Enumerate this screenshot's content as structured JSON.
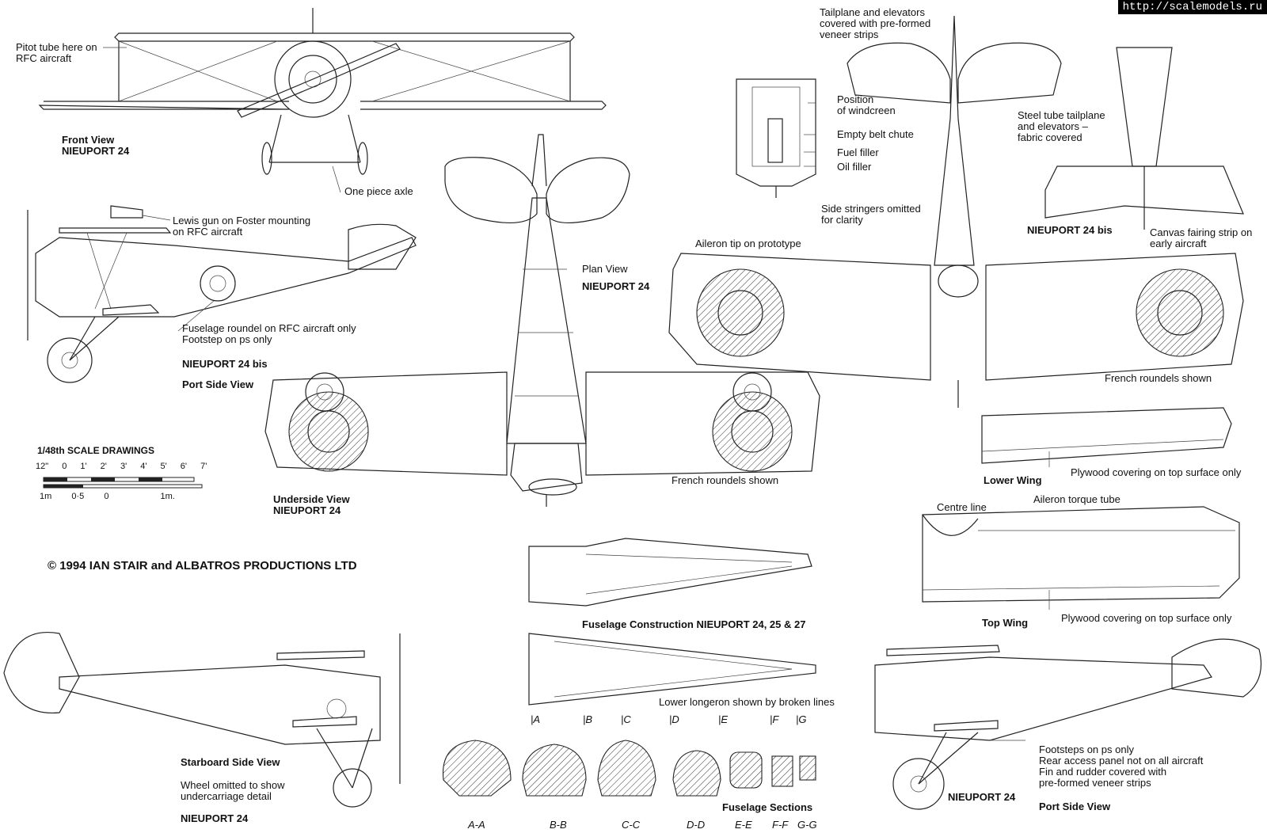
{
  "watermark": "http://scalemodels.ru",
  "copyright": "© 1994 IAN STAIR and ALBATROS PRODUCTIONS LTD",
  "scale": {
    "title": "1/48th SCALE DRAWINGS",
    "feet": [
      "12\"",
      "0",
      "1'",
      "2'",
      "3'",
      "4'",
      "5'",
      "6'",
      "7'"
    ],
    "metres": [
      "1m",
      "0·5",
      "0",
      "1m."
    ]
  },
  "views": {
    "front": {
      "title": "Front View",
      "subtitle": "NIEUPORT 24"
    },
    "port_bis": {
      "title": "NIEUPORT 24 bis",
      "subtitle": "Port Side View"
    },
    "plan": {
      "title": "Plan View",
      "subtitle": "NIEUPORT 24"
    },
    "underside": {
      "title": "Underside View",
      "subtitle": "NIEUPORT 24"
    },
    "bis_tail": {
      "title": "NIEUPORT 24 bis"
    },
    "lower_wing": {
      "title": "Lower Wing"
    },
    "top_wing": {
      "title": "Top Wing"
    },
    "fuselage_construction": {
      "title": "Fuselage Construction  NIEUPORT 24, 25 & 27"
    },
    "starboard": {
      "title": "Starboard Side View",
      "subtitle": "NIEUPORT 24"
    },
    "port": {
      "title": "NIEUPORT 24",
      "subtitle": "Port Side View"
    },
    "sections": {
      "title": "Fuselage Sections"
    }
  },
  "annotations": {
    "pitot": "Pitot tube here on\nRFC aircraft",
    "axle": "One piece axle",
    "lewis": "Lewis gun on Foster mounting\non RFC aircraft",
    "fus_roundel": "Fuselage roundel on RFC aircraft only",
    "footstep_ps": "Footstep on ps only",
    "tailplane_veneer": "Tailplane and elevators\ncovered with pre-formed\nveneer strips",
    "windscreen": "Position\nof windcreen",
    "belt_chute": "Empty belt chute",
    "fuel_filler": "Fuel filler",
    "oil_filler": "Oil filler",
    "side_stringers": "Side stringers omitted\nfor clarity",
    "steel_tube": "Steel tube tailplane\nand elevators –\nfabric covered",
    "aileron_tip": "Aileron tip on prototype",
    "canvas_fairing": "Canvas fairing strip on\nearly aircraft",
    "french_roundels_1": "French roundels shown",
    "french_roundels_2": "French roundels shown",
    "plywood_lower": "Plywood covering on top surface only",
    "centre_line": "Centre line",
    "aileron_torque": "Aileron torque tube",
    "plywood_top": "Plywood covering on top surface only",
    "lower_longeron": "Lower longeron shown by broken lines",
    "wheel_omitted": "Wheel omitted to show\nundercarriage detail",
    "footsteps_ps": "Footsteps on ps only",
    "rear_access": "Rear access panel not on all aircraft",
    "fin_rudder": "Fin and rudder covered with\npre-formed veneer strips"
  },
  "section_markers": [
    "A",
    "B",
    "C",
    "D",
    "E",
    "F",
    "G"
  ],
  "section_labels": [
    "A-A",
    "B-B",
    "C-C",
    "D-D",
    "E-E",
    "F-F",
    "G-G"
  ]
}
